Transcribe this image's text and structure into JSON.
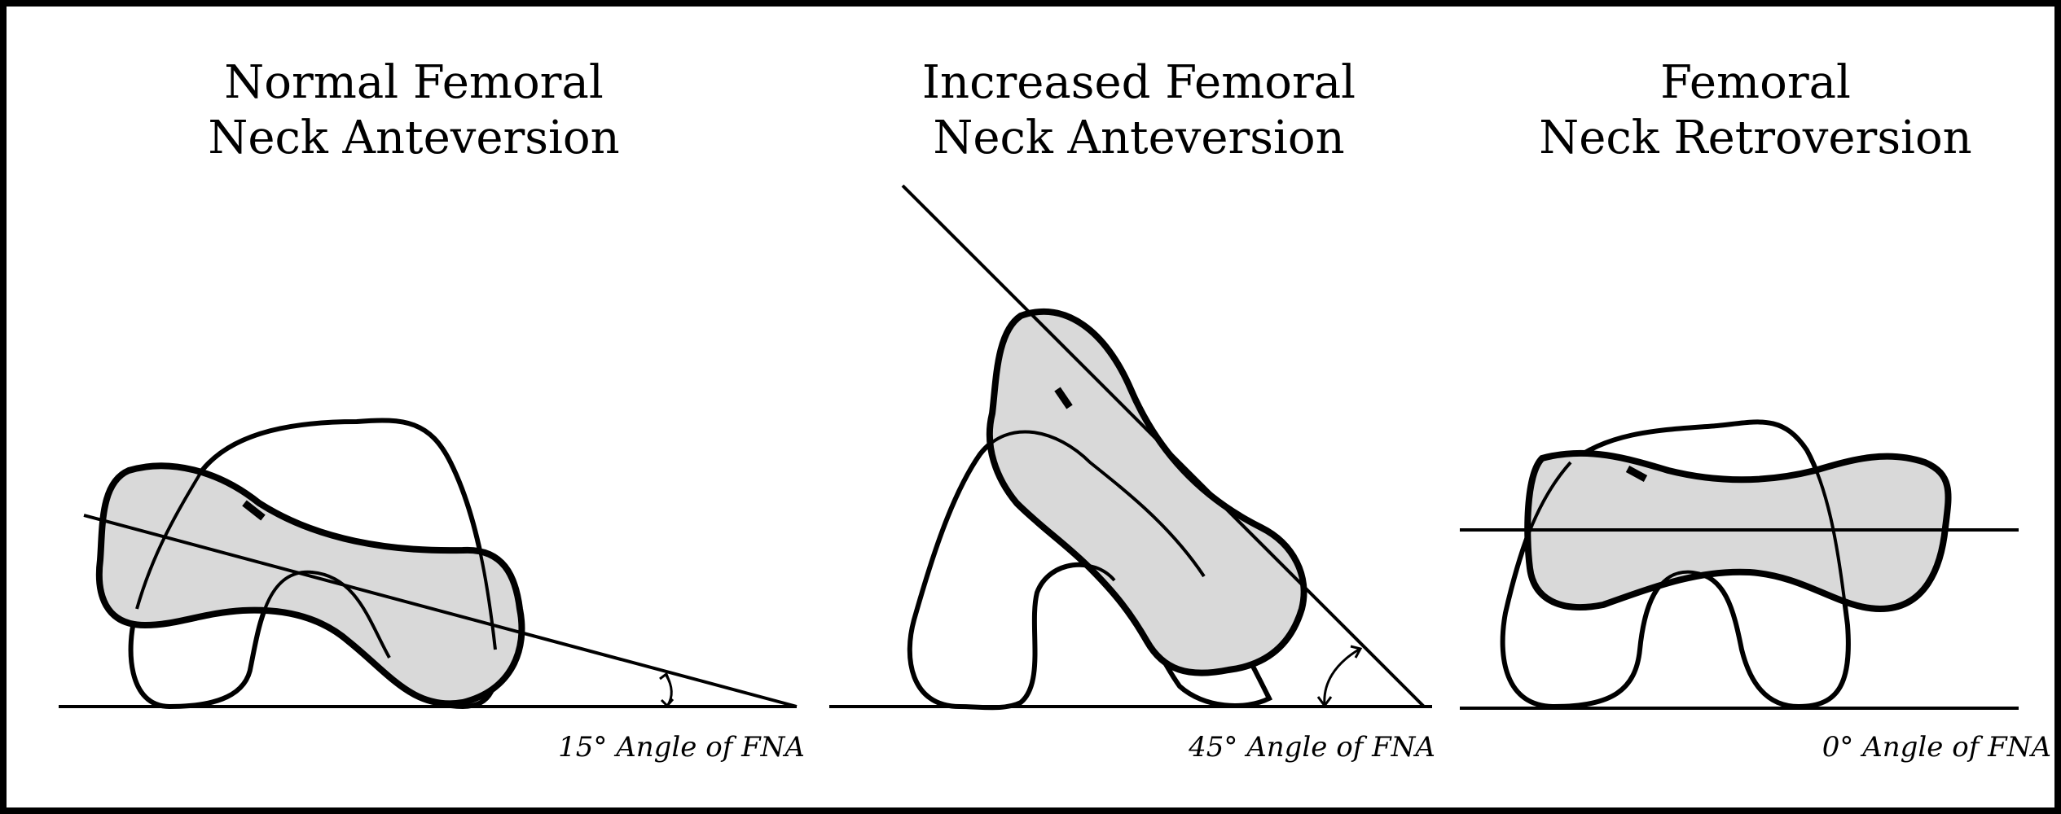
{
  "panels": [
    {
      "title_line1": "Normal Femoral",
      "title_line2": "Neck Anteversion",
      "angle_label": "15° Angle of FNA",
      "angle_degrees": 15
    },
    {
      "title_line1": "Increased Femoral",
      "title_line2": "Neck Anteversion",
      "angle_label": "45° Angle of FNA",
      "angle_degrees": 45
    },
    {
      "title_line1": "Femoral",
      "title_line2": "Neck Retroversion",
      "angle_label": "0° Angle of FNA",
      "angle_degrees": 0
    }
  ],
  "colors": {
    "border": "#000000",
    "background": "#ffffff",
    "femoral_neck_fill": "#d9d9d9",
    "stroke": "#000000"
  }
}
